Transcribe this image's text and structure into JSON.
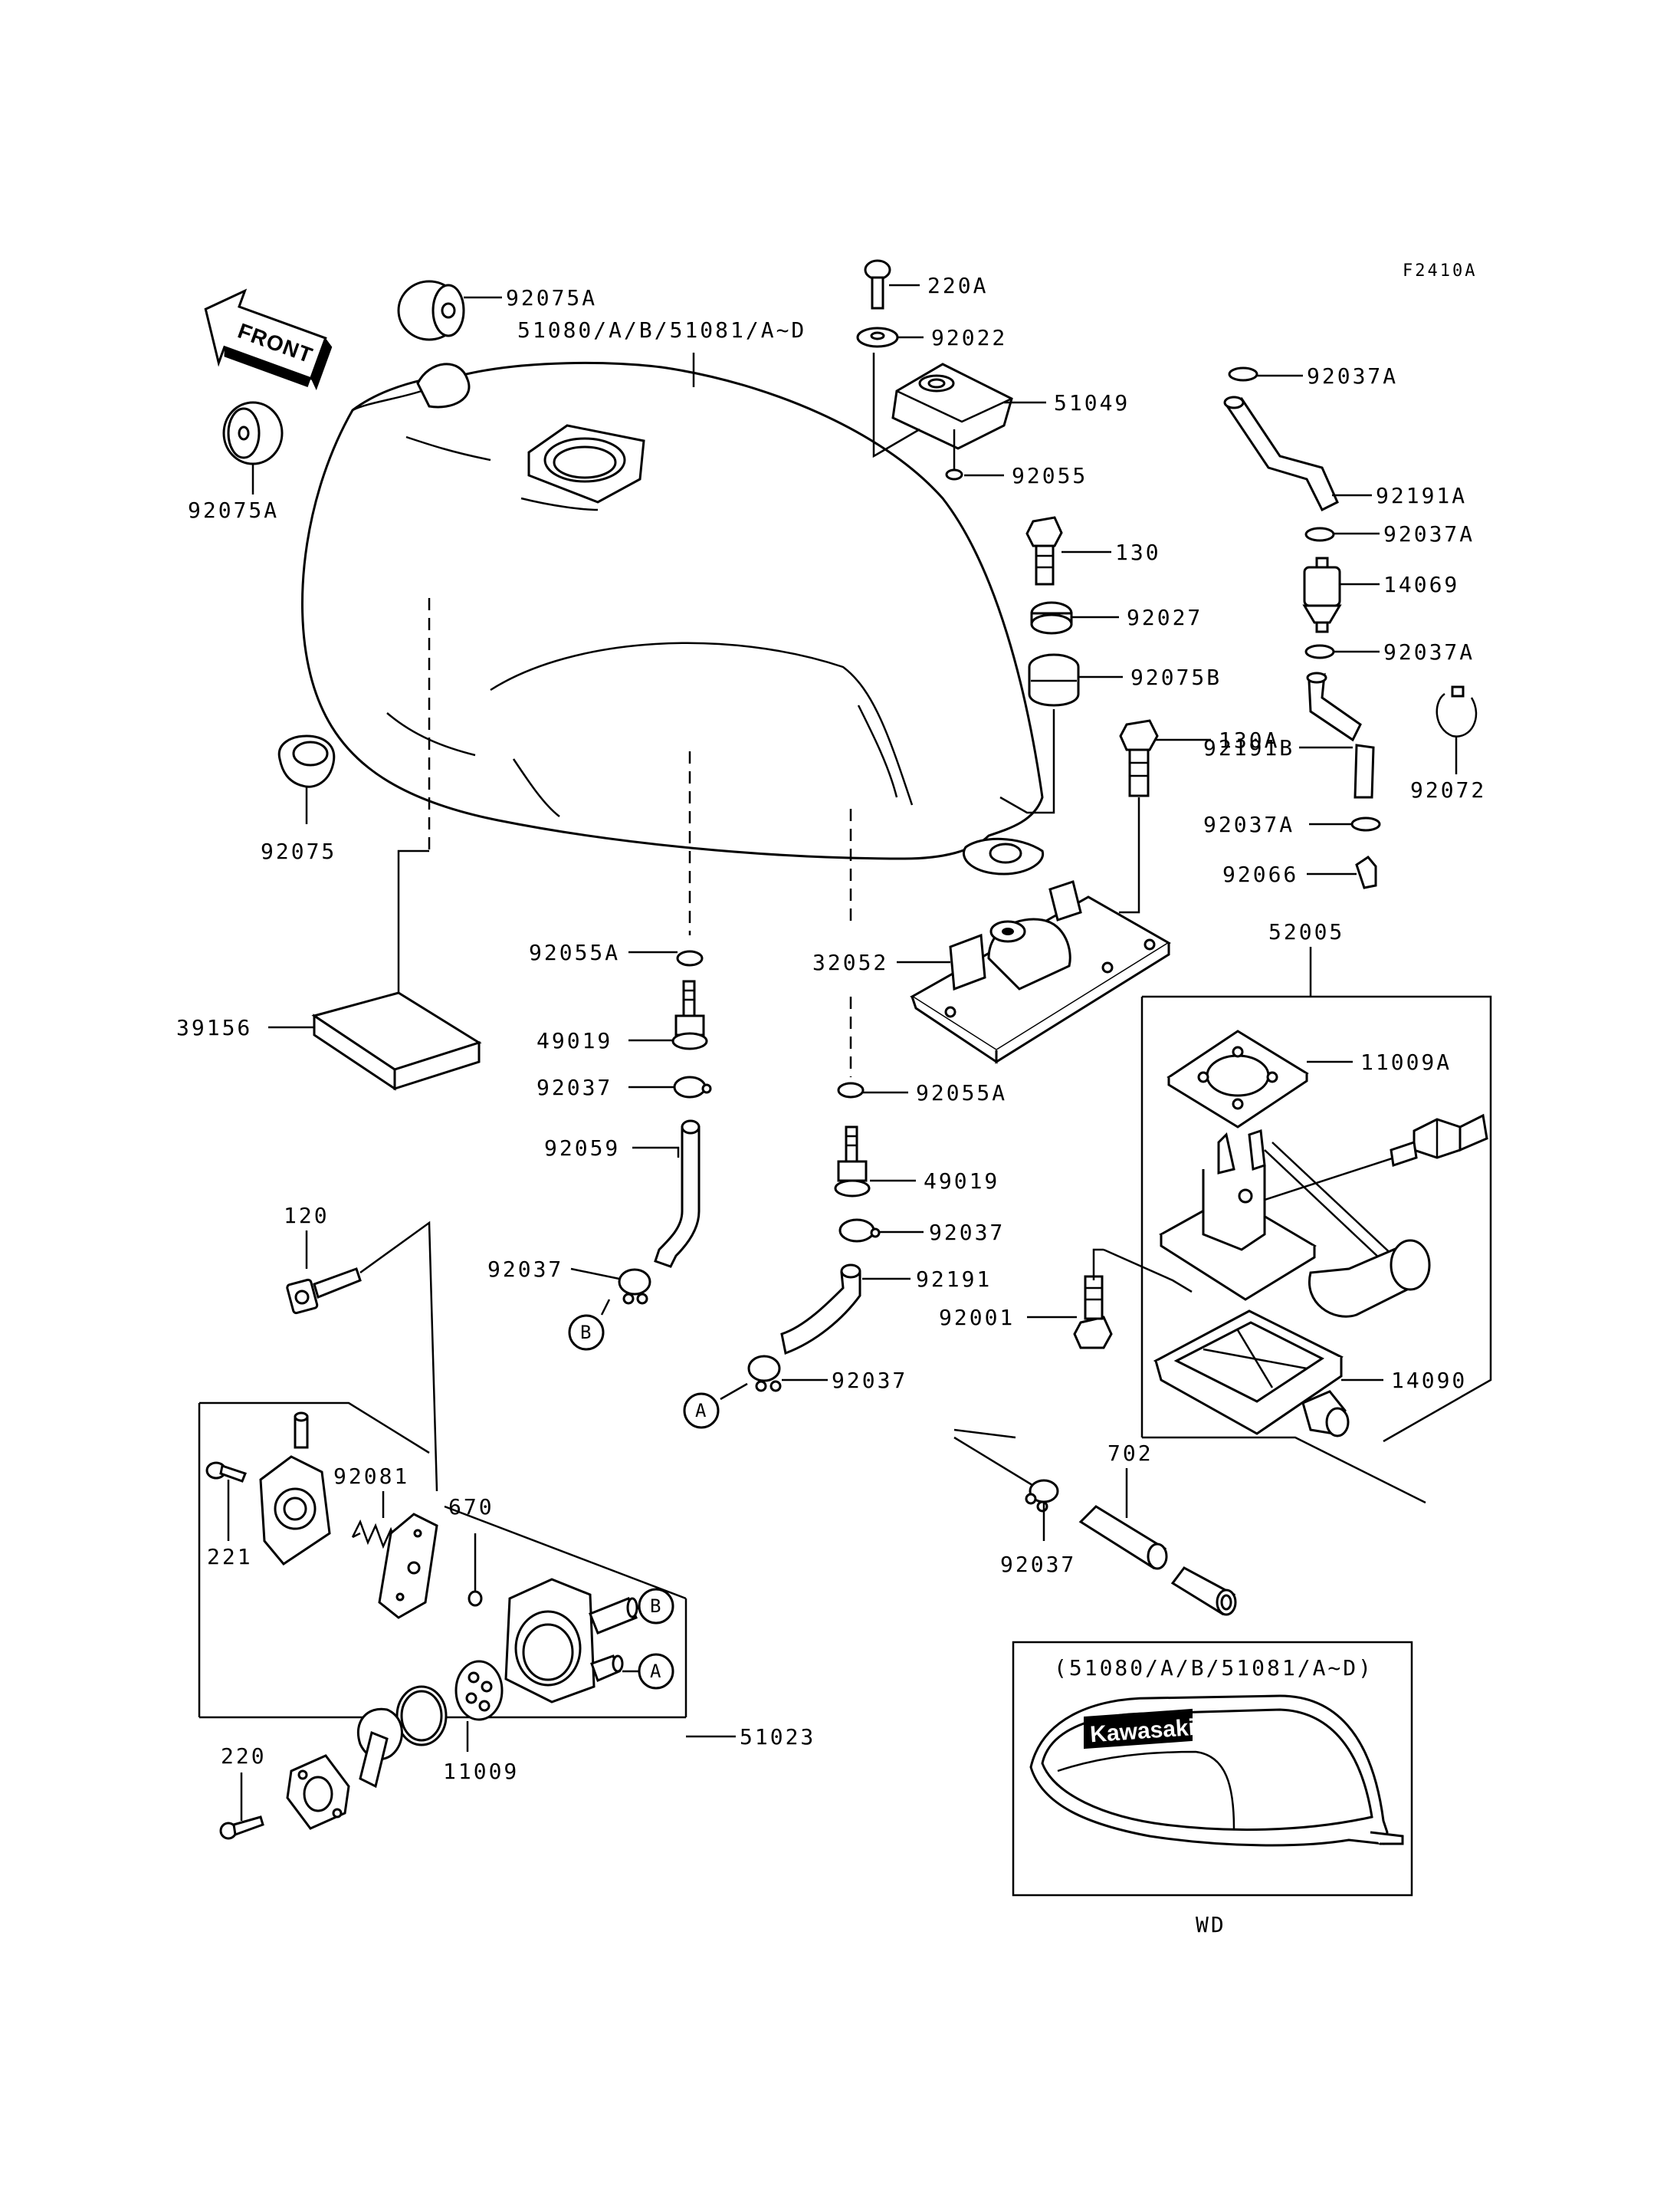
{
  "figure_code": "F2410A",
  "front_label": "FRONT",
  "logo_text": "Kawasaki",
  "inset_caption": "(51080/A/B/51081/A~D)",
  "inset_footer": "WD",
  "circle_a": "A",
  "circle_b": "B",
  "parts": {
    "p220A": "220A",
    "p92022": "92022",
    "p51049": "51049",
    "p92055": "92055",
    "p92075A_top": "92075A",
    "p51080": "51080/A/B/51081/A~D",
    "p92075A_left": "92075A",
    "p92037A_1": "92037A",
    "p92191A": "92191A",
    "p92037A_2": "92037A",
    "p14069": "14069",
    "p92037A_3": "92037A",
    "p130": "130",
    "p92027": "92027",
    "p92075B": "92075B",
    "p130A": "130A",
    "p92191B": "92191B",
    "p92037A_4": "92037A",
    "p92072": "92072",
    "p92066": "92066",
    "p52005": "52005",
    "p92075": "92075",
    "p92055A_1": "92055A",
    "p32052": "32052",
    "p39156": "39156",
    "p49019_1": "49019",
    "p92037_1": "92037",
    "p92055A_2": "92055A",
    "p11009A": "11009A",
    "p92059": "92059",
    "p49019_2": "49019",
    "p92037_2": "92037",
    "p120": "120",
    "p92037_3": "92037",
    "p92191": "92191",
    "p92001": "92001",
    "p14090": "14090",
    "p92037_4": "92037",
    "p92081": "92081",
    "p670": "670",
    "p702": "702",
    "p221": "221",
    "p92037_5": "92037",
    "p51023": "51023",
    "p220": "220",
    "p11009": "11009"
  }
}
